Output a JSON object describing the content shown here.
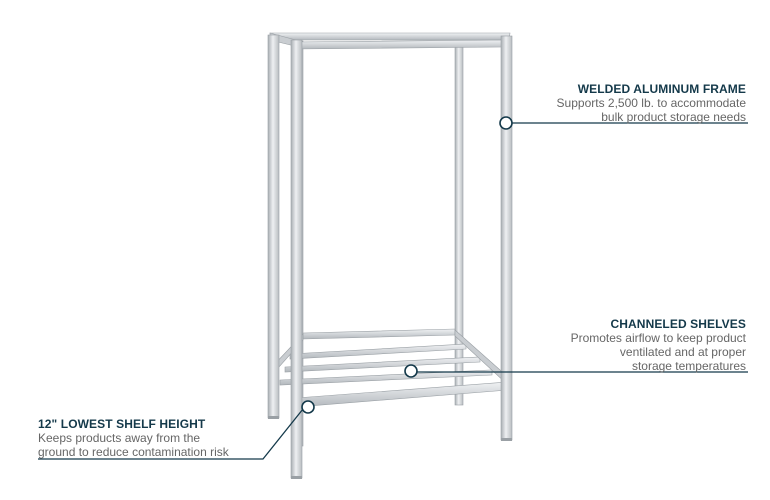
{
  "callouts": {
    "frame": {
      "title": "WELDED ALUMINUM FRAME",
      "desc_line1": "Supports 2,500 lb. to accommodate",
      "desc_line2": "bulk product storage needs"
    },
    "shelves": {
      "title": "CHANNELED SHELVES",
      "desc_line1": "Promotes airflow to keep product",
      "desc_line2": "ventilated and at proper",
      "desc_line3": "storage temperatures"
    },
    "height": {
      "title": "12\" LOWEST SHELF HEIGHT",
      "desc_line1": "Keeps products away from the",
      "desc_line2": "ground to reduce contamination risk"
    }
  },
  "colors": {
    "accent": "#14394a",
    "text_gray": "#666666",
    "metal_light": "#e6e8ea",
    "metal_mid": "#c4c8cc",
    "metal_dark": "#8e9398"
  },
  "icons": {
    "callout_marker": "circle-marker-icon"
  }
}
